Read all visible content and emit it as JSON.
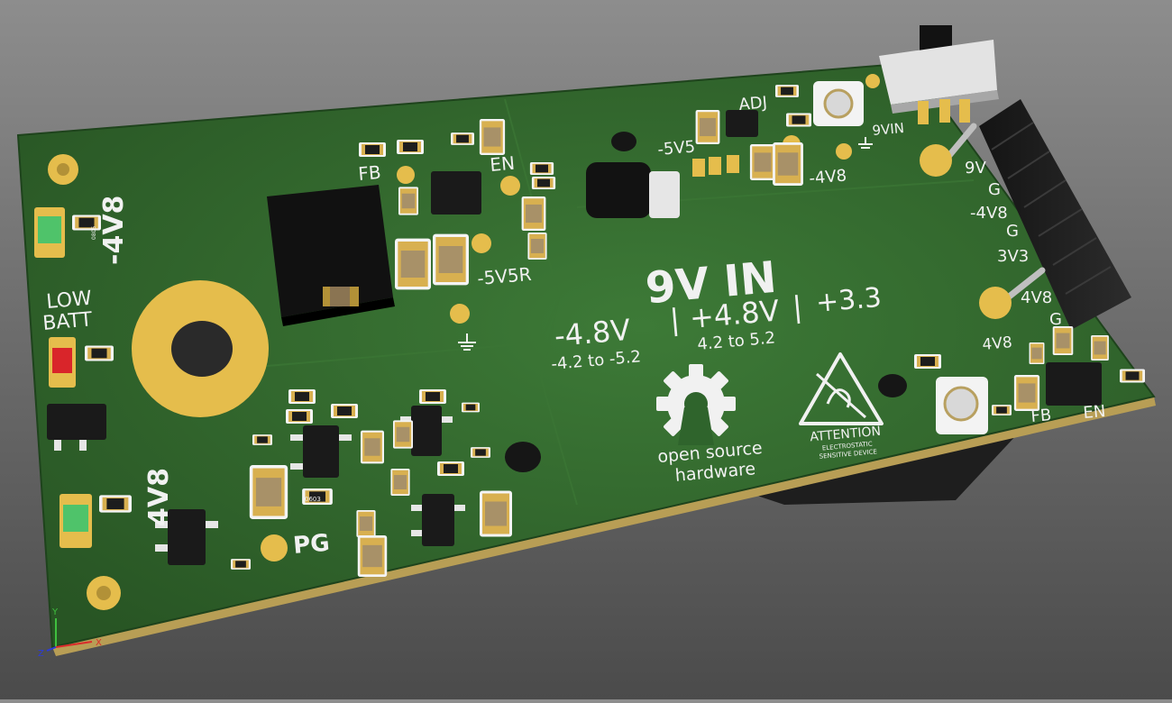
{
  "board": {
    "title": "9V IN",
    "neg_rail": "-4.8V",
    "neg_range": "-4.2 to -5.2",
    "pos_rail": "+4.8V",
    "pos_range": "4.2 to 5.2",
    "separator": "|",
    "rail_3v3": "+3.3",
    "oshw_line1": "open source",
    "oshw_line2": "hardware",
    "esd_title": "ATTENTION",
    "esd_line1": "ELECTROSTATIC",
    "esd_line2": "SENSITIVE DEVICE",
    "left_labels": {
      "neg4v8": "-4V8",
      "low": "LOW",
      "batt": "BATT",
      "pos4v8": "4V8",
      "pg": "PG"
    },
    "top_labels": {
      "fb": "FB",
      "en": "EN",
      "minus5v5r": "-5V5R",
      "minus5v5": "-5V5",
      "adj": "ADJ",
      "minus4v8": "-4V8",
      "nine_vin": "9VIN"
    },
    "right_labels": {
      "fb": "FB",
      "en": "EN",
      "plus4v8": "4V8"
    },
    "header_pins": [
      "9V",
      "G",
      "-4V8",
      "G",
      "3V3",
      "4V8",
      "G"
    ],
    "resistor_code": "0805",
    "cap_code": "0603"
  },
  "axes": {
    "x": "X",
    "y": "Y",
    "z": "Z"
  },
  "colors": {
    "solder_mask": "#2c5e2a",
    "silkscreen": "#f1f1f1",
    "copper_pad": "#e7c04f",
    "ic_body": "#1a1a1a"
  }
}
